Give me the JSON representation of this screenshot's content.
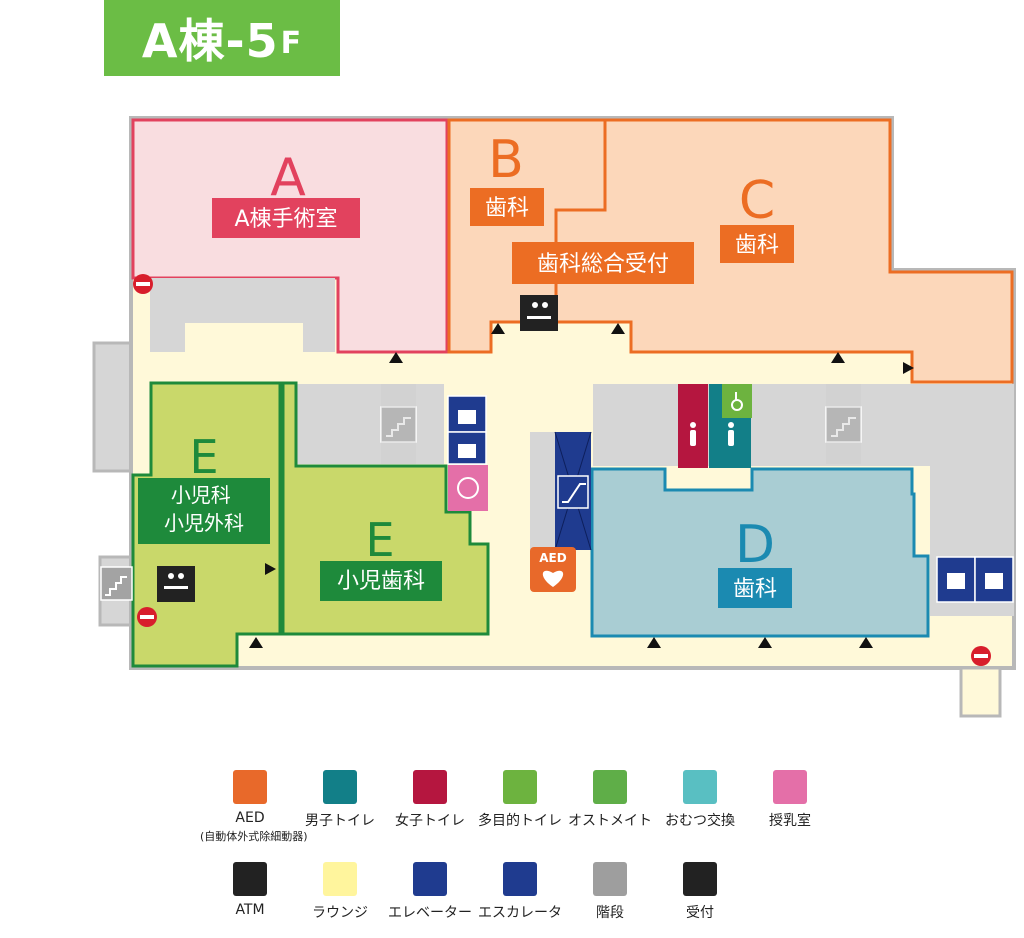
{
  "floor": {
    "title": "A棟-5",
    "suffix": "F"
  },
  "areas": [
    {
      "letter": "A",
      "name": "A棟手術室"
    },
    {
      "letter": "B",
      "name": "歯科"
    },
    {
      "letter": "C",
      "name": "歯科"
    },
    {
      "letter": "D",
      "name": "歯科"
    },
    {
      "letter": "E",
      "name": "小児科\n小児外科"
    },
    {
      "letter": "E",
      "name": "小児歯科"
    }
  ],
  "reception_label": "歯科総合受付",
  "aed_label": "AED",
  "legend": [
    {
      "label": "AED",
      "sub": "(自動体外式除細動器)",
      "icon": "aed-icon",
      "color": "#e8692a"
    },
    {
      "label": "男子トイレ",
      "icon": "male-toilet-icon",
      "color": "#127f88"
    },
    {
      "label": "女子トイレ",
      "icon": "female-toilet-icon",
      "color": "#b5163f"
    },
    {
      "label": "多目的トイレ",
      "icon": "accessible-toilet-icon",
      "color": "#6db33f"
    },
    {
      "label": "オストメイト",
      "icon": "ostomate-icon",
      "color": "#5fae48"
    },
    {
      "label": "おむつ交換",
      "icon": "diaper-change-icon",
      "color": "#59bfc2"
    },
    {
      "label": "授乳室",
      "icon": "nursing-room-icon",
      "color": "#e46fa8"
    },
    {
      "label": "ATM",
      "icon": "atm-icon",
      "color": "#222222"
    },
    {
      "label": "ラウンジ",
      "icon": "lounge-icon",
      "color": "#fff59d"
    },
    {
      "label": "エレベーター",
      "icon": "elevator-icon",
      "color": "#1f3b8f"
    },
    {
      "label": "エスカレータ",
      "icon": "escalator-icon",
      "color": "#1f3b8f"
    },
    {
      "label": "階段",
      "icon": "stairs-icon",
      "color": "#9e9e9e"
    },
    {
      "label": "受付",
      "icon": "reception-icon",
      "color": "#222222"
    }
  ],
  "colors": {
    "corridor": "#fff9d9",
    "gray": "#d6d6d6",
    "a_fill": "#f9dde0",
    "a_accent": "#e2425e",
    "bc_fill": "#fcd7ba",
    "bc_accent": "#ec6d23",
    "e_fill": "#c9d86a",
    "e_accent": "#1e8a3b",
    "d_fill": "#a9cdd3",
    "d_accent": "#1b8ab1"
  }
}
